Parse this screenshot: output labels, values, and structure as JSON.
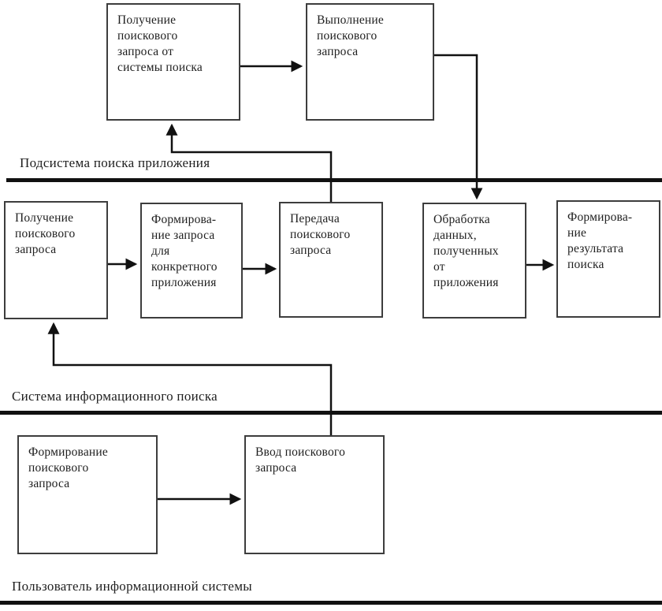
{
  "colors": {
    "line": "#111111",
    "border": "#3d3d3d",
    "text": "#1f1f1f",
    "bg": "#ffffff"
  },
  "diagram": {
    "sections": [
      {
        "label": "Подсистема поиска приложения"
      },
      {
        "label": "Система информационного поиска"
      },
      {
        "label": "Пользователь информационной системы"
      }
    ],
    "boxes": {
      "app_receive": {
        "label": "Получение\nпоискового\nзапроса от\nсистемы поиска"
      },
      "app_execute": {
        "label": "Выполнение\nпоискового\nзапроса"
      },
      "sys_receive": {
        "label": "Получение\nпоискового\nзапроса"
      },
      "sys_form_query": {
        "label": "Формирова-\nние запроса\nдля\nконкретного\nприложения"
      },
      "sys_transfer": {
        "label": "Передача\nпоискового\nзапроса"
      },
      "sys_process": {
        "label": "Обработка\nданных,\nполученных\nот\nприложения"
      },
      "sys_result": {
        "label": "Формирова-\nние\nрезультата\nпоиска"
      },
      "user_form": {
        "label": "Формирование\nпоискового\nзапроса"
      },
      "user_input": {
        "label": "Ввод поискового\nзапроса"
      }
    }
  }
}
